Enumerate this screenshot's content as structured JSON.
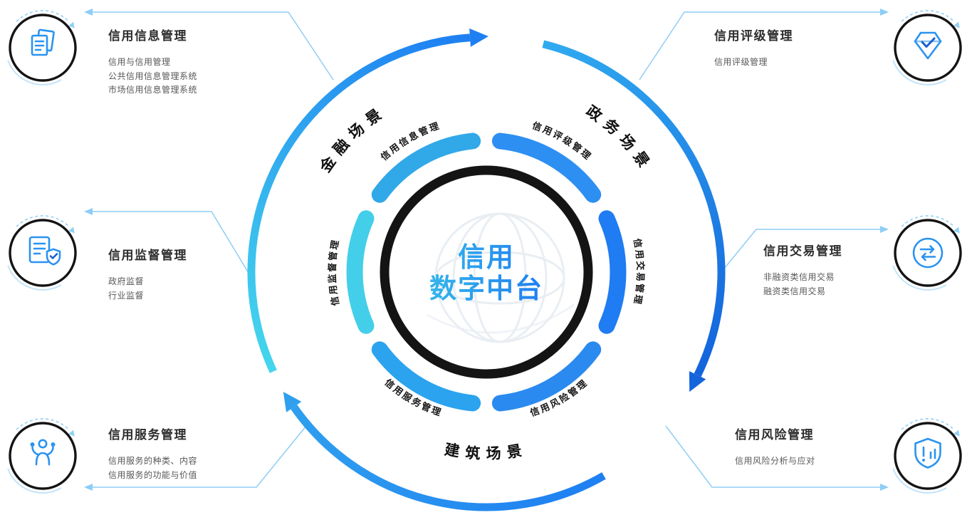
{
  "center": {
    "title_line1": "信用",
    "title_line2": "数字中台"
  },
  "scenes": [
    {
      "label": "金融场景"
    },
    {
      "label": "政务场景"
    },
    {
      "label": "建筑场景"
    }
  ],
  "ring_segments": [
    {
      "label": "信用信息管理",
      "color": "#31A8E8"
    },
    {
      "label": "信用评级管理",
      "color": "#2E8FF2"
    },
    {
      "label": "信用交易管理",
      "color": "#1F7CF2"
    },
    {
      "label": "信用风险管理",
      "color": "#2B8AF0"
    },
    {
      "label": "信用服务管理",
      "color": "#2CA3EE"
    },
    {
      "label": "信用监督管理",
      "color": "#43CFE9"
    }
  ],
  "callouts": [
    {
      "title": "信用信息管理",
      "icon": "documents-icon",
      "items": [
        "信用与信用管理",
        "公共信用信息管理系统",
        "市场信用信息管理系统"
      ]
    },
    {
      "title": "信用监督管理",
      "icon": "document-shield-icon",
      "items": [
        "政府监督",
        "行业监督"
      ]
    },
    {
      "title": "信用服务管理",
      "icon": "person-service-icon",
      "items": [
        "信用服务的种类、内容",
        "信用服务的功能与价值"
      ]
    },
    {
      "title": "信用评级管理",
      "icon": "diamond-check-icon",
      "items": [
        "信用评级管理"
      ]
    },
    {
      "title": "信用交易管理",
      "icon": "exchange-arrows-icon",
      "items": [
        "非融资类信用交易",
        "融资类信用交易"
      ]
    },
    {
      "title": "信用风险管理",
      "icon": "shield-alert-icon",
      "items": [
        "信用风险分析与应对"
      ]
    }
  ],
  "palette": {
    "deep_blue": "#1464DC",
    "blue": "#1E7FF2",
    "cyan": "#45D6EC",
    "light_connector": "#8ECDF6",
    "ring_black": "#141414",
    "icon_blue": "#2B93F0"
  }
}
